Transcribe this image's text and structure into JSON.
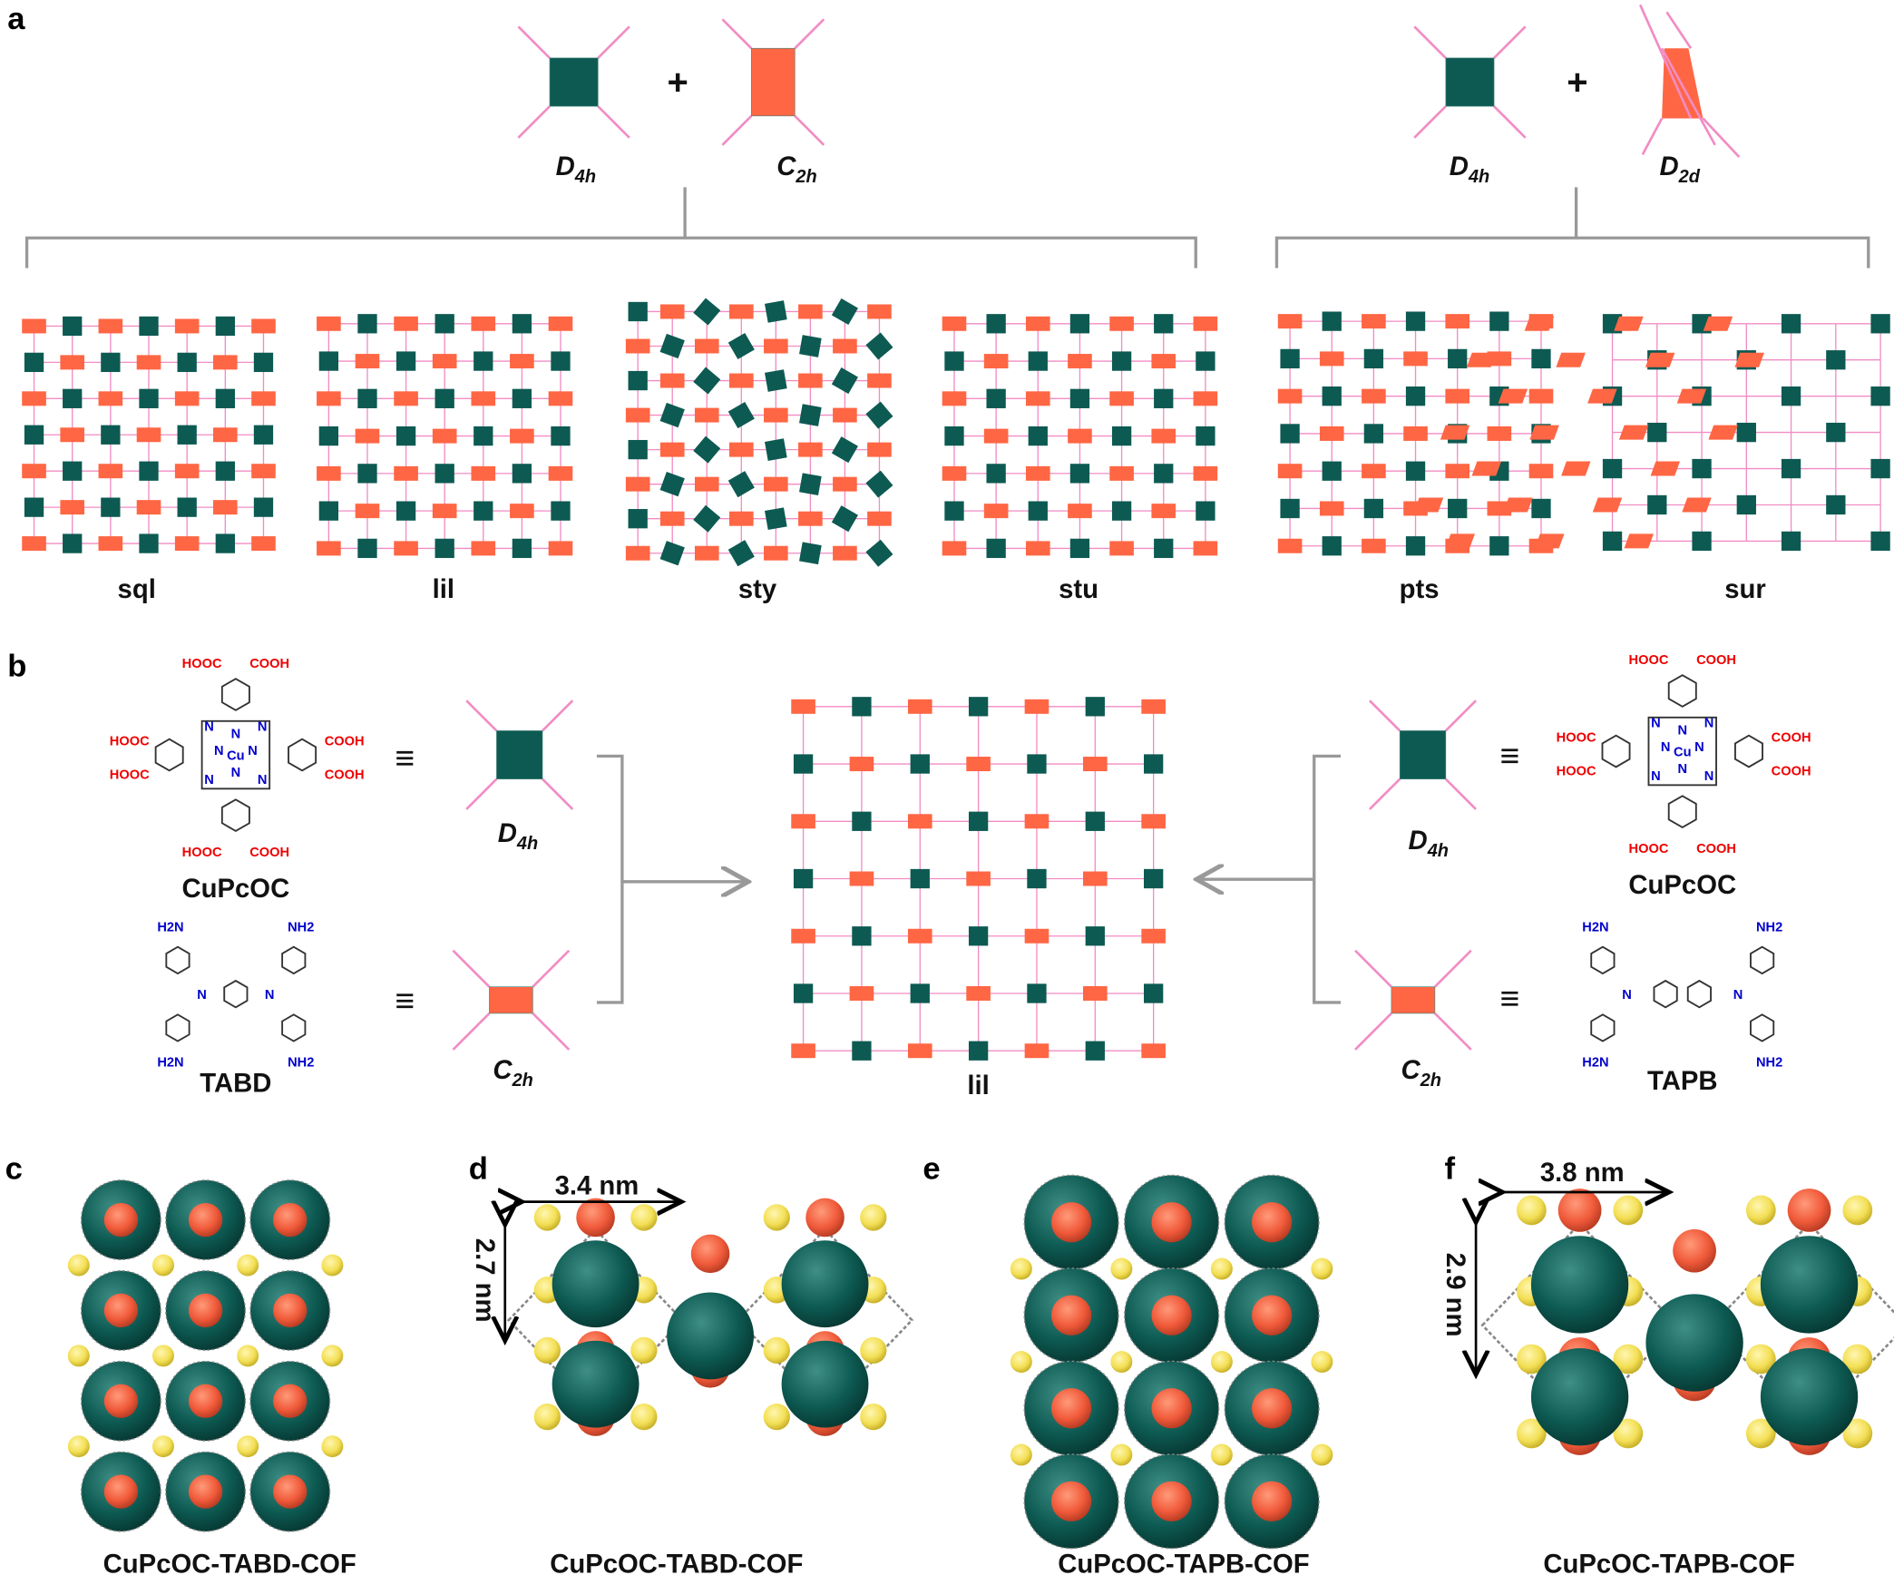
{
  "colors": {
    "teal": "#0d5a52",
    "orange": "#ff6644",
    "pink": "#f28cc4",
    "yellow": "#f3df55",
    "bracket": "#999999"
  },
  "panel_a": {
    "label": "a",
    "left_combo": {
      "node1": {
        "sym": "D",
        "sub": "4h"
      },
      "plus": "+",
      "node2": {
        "sym": "C",
        "sub": "2h"
      }
    },
    "right_combo": {
      "node1": {
        "sym": "D",
        "sub": "4h"
      },
      "plus": "+",
      "node2": {
        "sym": "D",
        "sub": "2d"
      }
    },
    "nets": [
      "sql",
      "lil",
      "sty",
      "stu",
      "pts",
      "sur"
    ]
  },
  "panel_b": {
    "label": "b",
    "left": {
      "mol1": "CuPcOC",
      "mol2": "TABD",
      "equiv": "≡",
      "node1": {
        "sym": "D",
        "sub": "4h"
      },
      "node2": {
        "sym": "C",
        "sub": "2h"
      }
    },
    "center": "lil",
    "right": {
      "mol1": "CuPcOC",
      "mol2": "TAPB",
      "equiv": "≡",
      "node1": {
        "sym": "D",
        "sub": "4h"
      },
      "node2": {
        "sym": "C",
        "sub": "2h"
      }
    },
    "chem": {
      "cooh": "COOH",
      "hooc": "HOOC",
      "n": "N",
      "cu": "Cu",
      "nh2": "NH2",
      "h2n": "H2N"
    }
  },
  "panel_c": {
    "label": "c",
    "caption": "CuPcOC-TABD-COF"
  },
  "panel_d": {
    "label": "d",
    "caption": "CuPcOC-TABD-COF",
    "width": "3.4 nm",
    "height": "2.7 nm"
  },
  "panel_e": {
    "label": "e",
    "caption": "CuPcOC-TAPB-COF"
  },
  "panel_f": {
    "label": "f",
    "caption": "CuPcOC-TAPB-COF",
    "width": "3.8 nm",
    "height": "2.9 nm"
  }
}
